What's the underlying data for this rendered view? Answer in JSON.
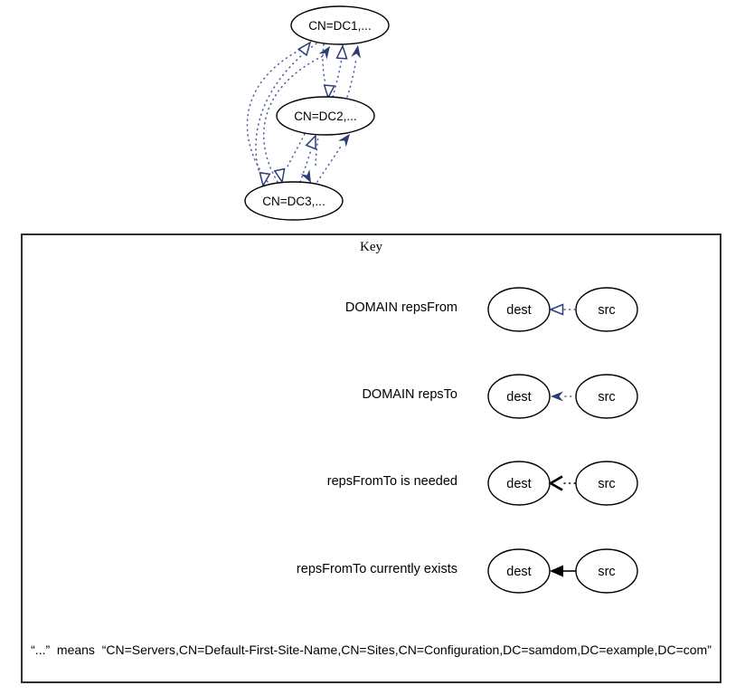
{
  "graph": {
    "nodes": [
      {
        "id": "DC1",
        "label": "CN=DC1,..."
      },
      {
        "id": "DC2",
        "label": "CN=DC2,..."
      },
      {
        "id": "DC3",
        "label": "CN=DC3,..."
      }
    ],
    "edges": [
      {
        "from": "DC3",
        "to": "DC1",
        "kind": "DOMAIN repsFrom"
      },
      {
        "from": "DC3",
        "to": "DC1",
        "kind": "DOMAIN repsTo"
      },
      {
        "from": "DC2",
        "to": "DC1",
        "kind": "DOMAIN repsFrom"
      },
      {
        "from": "DC2",
        "to": "DC1",
        "kind": "DOMAIN repsTo"
      },
      {
        "from": "DC1",
        "to": "DC2",
        "kind": "DOMAIN repsFrom"
      },
      {
        "from": "DC3",
        "to": "DC2",
        "kind": "DOMAIN repsFrom"
      },
      {
        "from": "DC3",
        "to": "DC2",
        "kind": "DOMAIN repsTo"
      },
      {
        "from": "DC1",
        "to": "DC3",
        "kind": "DOMAIN repsFrom"
      },
      {
        "from": "DC2",
        "to": "DC3",
        "kind": "DOMAIN repsFrom"
      },
      {
        "from": "DC2",
        "to": "DC3",
        "kind": "DOMAIN repsTo"
      }
    ]
  },
  "key": {
    "title": "Key",
    "rows": [
      {
        "label": "DOMAIN repsFrom",
        "dest": "dest",
        "src": "src"
      },
      {
        "label": "DOMAIN repsTo",
        "dest": "dest",
        "src": "src"
      },
      {
        "label": "repsFromTo is needed",
        "dest": "dest",
        "src": "src"
      },
      {
        "label": "repsFromTo currently exists",
        "dest": "dest",
        "src": "src"
      }
    ],
    "footnote": "“...”  means  “CN=Servers,CN=Default-First-Site-Name,CN=Sites,CN=Configuration,DC=samdom,DC=example,DC=com”"
  },
  "colors": {
    "edge_navy": "#2c3c74",
    "dot_navy": "#4d5d9d",
    "black": "#000000"
  }
}
